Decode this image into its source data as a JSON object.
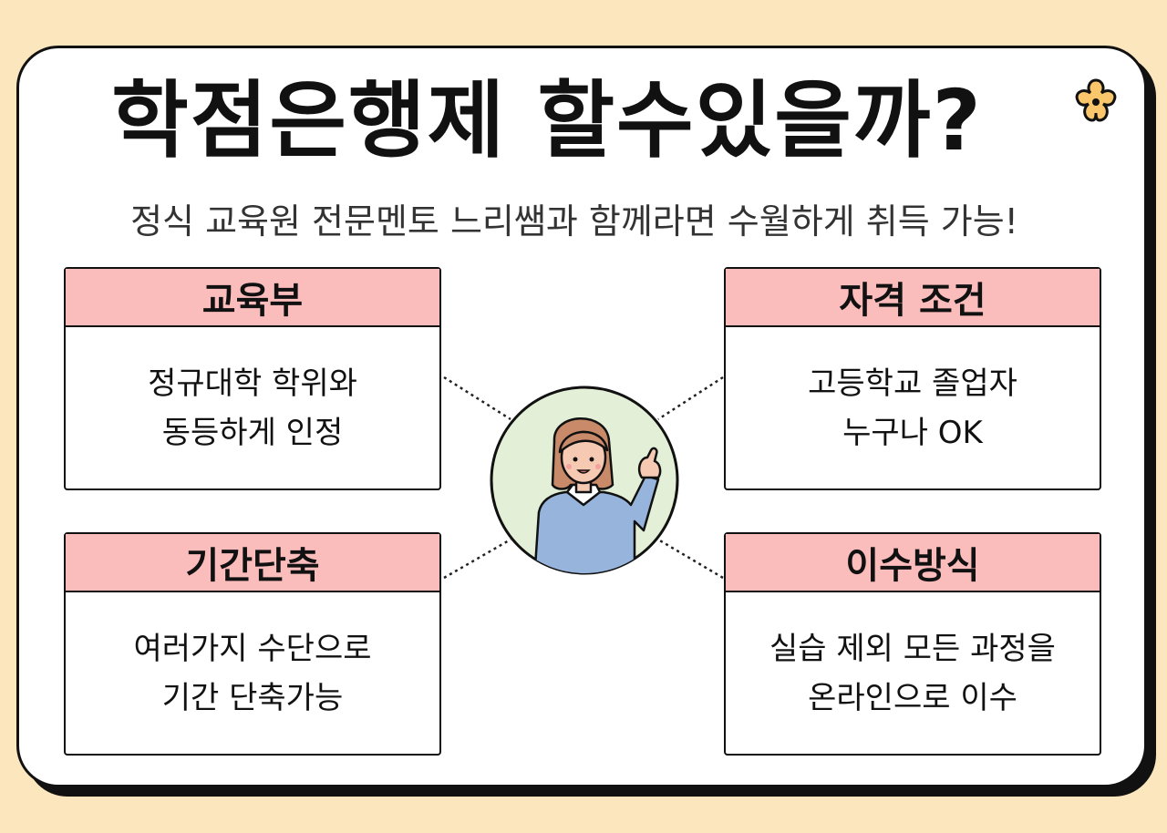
{
  "title": "학점은행제 할수있을까?",
  "subtitle": "정식 교육원 전문멘토 느리쌤과 함께라면 수월하게 취득 가능!",
  "cards": [
    {
      "heading": "교육부",
      "line1": "정규대학 학위와",
      "line2": "동등하게 인정"
    },
    {
      "heading": "자격 조건",
      "line1": "고등학교 졸업자",
      "line2": "누구나 OK"
    },
    {
      "heading": "기간단축",
      "line1": "여러가지 수단으로",
      "line2": "기간 단축가능"
    },
    {
      "heading": "이수방식",
      "line1": "실습 제외 모든 과정을",
      "line2": "온라인으로 이수"
    }
  ],
  "icons": {
    "flower": "flower-icon",
    "avatar": "mentor-avatar"
  },
  "colors": {
    "background": "#fbe6bd",
    "card_header": "#fbbcbc",
    "avatar_bg": "#e3efd6",
    "flower": "#f9c66b",
    "sweater": "#97b4dc"
  }
}
